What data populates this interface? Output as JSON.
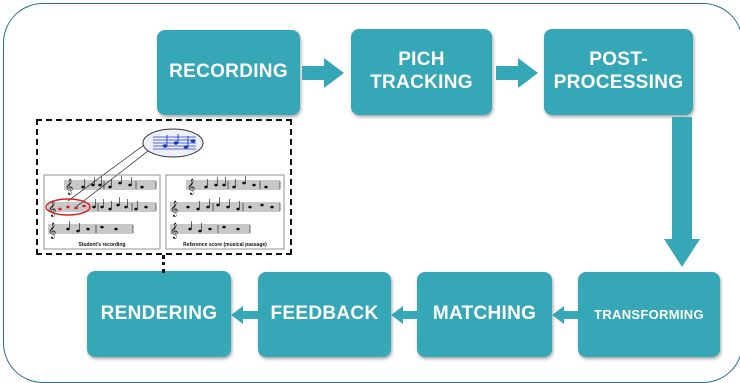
{
  "diagram": {
    "nodes": {
      "recording": "RECORDING",
      "pitch_tracking": "PICH\nTRACKING",
      "post_processing": "POST-\nPROCESSING",
      "transforming": "TRANSFORMING",
      "matching": "MATCHING",
      "feedback": "FEEDBACK",
      "rendering": "RENDERING"
    },
    "edges": [
      [
        "recording",
        "pitch_tracking"
      ],
      [
        "pitch_tracking",
        "post_processing"
      ],
      [
        "post_processing",
        "transforming"
      ],
      [
        "transforming",
        "matching"
      ],
      [
        "matching",
        "feedback"
      ],
      [
        "feedback",
        "rendering"
      ]
    ],
    "inset": {
      "left_caption": "Student's recording",
      "right_caption": "Reference score (musical passage)"
    }
  },
  "colors": {
    "node_fill": "#36a7b7",
    "frame": "#2a6e86",
    "highlight": "#d62020",
    "zoom_notes": "#1a3cc8"
  }
}
